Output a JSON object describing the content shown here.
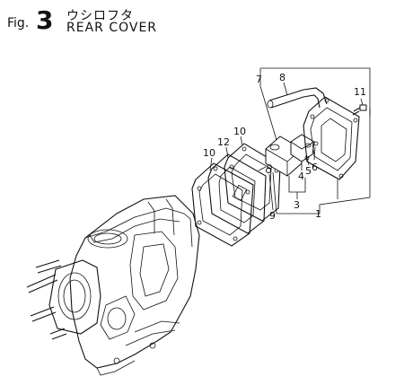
{
  "figure": {
    "prefix": "Fig.",
    "number": "3",
    "title_ja": "ウシロフタ",
    "title_en": "REAR COVER"
  },
  "callouts": {
    "c1": "1",
    "c3": "3",
    "c4": "4",
    "c5": "5",
    "c6": "6",
    "c7": "7",
    "c8": "8",
    "c9": "9",
    "c10a": "10",
    "c10b": "10",
    "c11": "11",
    "c12": "12"
  }
}
